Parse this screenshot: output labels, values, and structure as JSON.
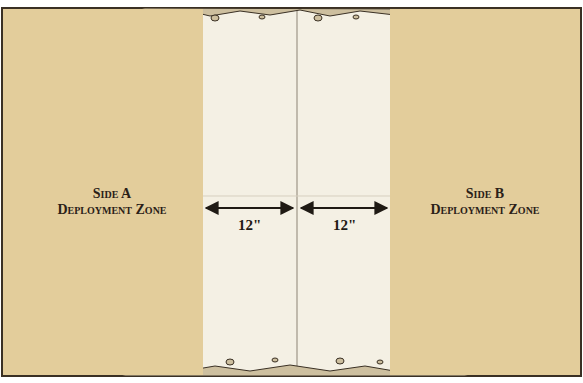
{
  "diagram": {
    "nodes": [
      {
        "text": [
          "Side A Deployment Zone"
        ]
      },
      {
        "text": [
          "Side B Deployment Zone"
        ]
      }
    ],
    "labels": [
      "12\"",
      "12\""
    ]
  }
}
